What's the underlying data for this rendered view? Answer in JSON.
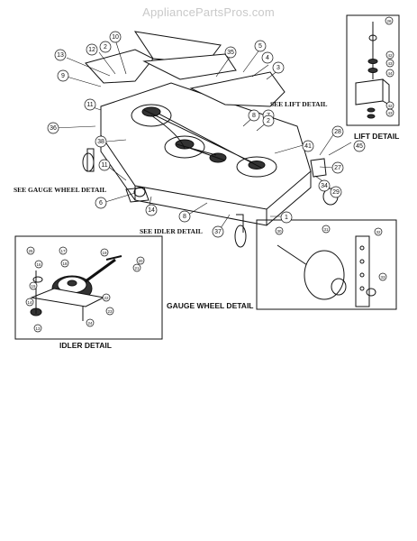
{
  "watermark": "AppliancePartsPros.com",
  "captions": {
    "lift": "LIFT DETAIL",
    "gauge": "GAUGE WHEEL DETAIL",
    "idler": "IDLER DETAIL",
    "see_lift": "SEE LIFT DETAIL",
    "see_gauge": "SEE GAUGE WHEEL DETAIL",
    "see_idler": "SEE IDLER DETAIL"
  },
  "callouts": {
    "main": [
      "10",
      "12",
      "2",
      "13",
      "9",
      "35",
      "5",
      "4",
      "3",
      "11",
      "8",
      "7",
      "2",
      "36",
      "38",
      "41",
      "28",
      "45",
      "27",
      "34",
      "29",
      "11",
      "6",
      "14",
      "8",
      "37",
      "1"
    ],
    "lift": [
      "26",
      "42",
      "43",
      "44",
      "42",
      "43"
    ],
    "gauge": [
      "30",
      "31",
      "32",
      "33"
    ],
    "idler": [
      "25",
      "16",
      "15",
      "14",
      "13",
      "17",
      "18",
      "19",
      "20",
      "21",
      "22",
      "23",
      "24"
    ]
  }
}
